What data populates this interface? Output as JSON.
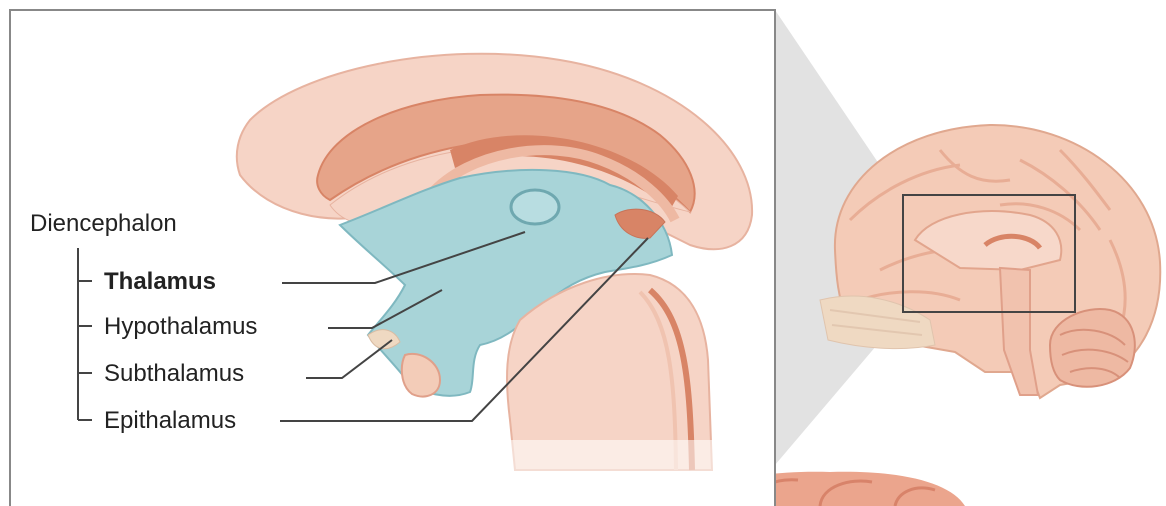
{
  "labels": {
    "group_title": "Diencephalon",
    "items": [
      {
        "text": "Thalamus",
        "bold": true
      },
      {
        "text": "Hypothalamus",
        "bold": false
      },
      {
        "text": "Subthalamus",
        "bold": false
      },
      {
        "text": "Epithalamus",
        "bold": false
      }
    ]
  },
  "colors": {
    "diencephalon_blue": "#a8d4d8",
    "tissue_pink": "#f6d4c6",
    "tissue_salmon": "#e6a489",
    "tissue_dark": "#d88466",
    "leader_line": "#444444",
    "panel_border": "#888888"
  }
}
